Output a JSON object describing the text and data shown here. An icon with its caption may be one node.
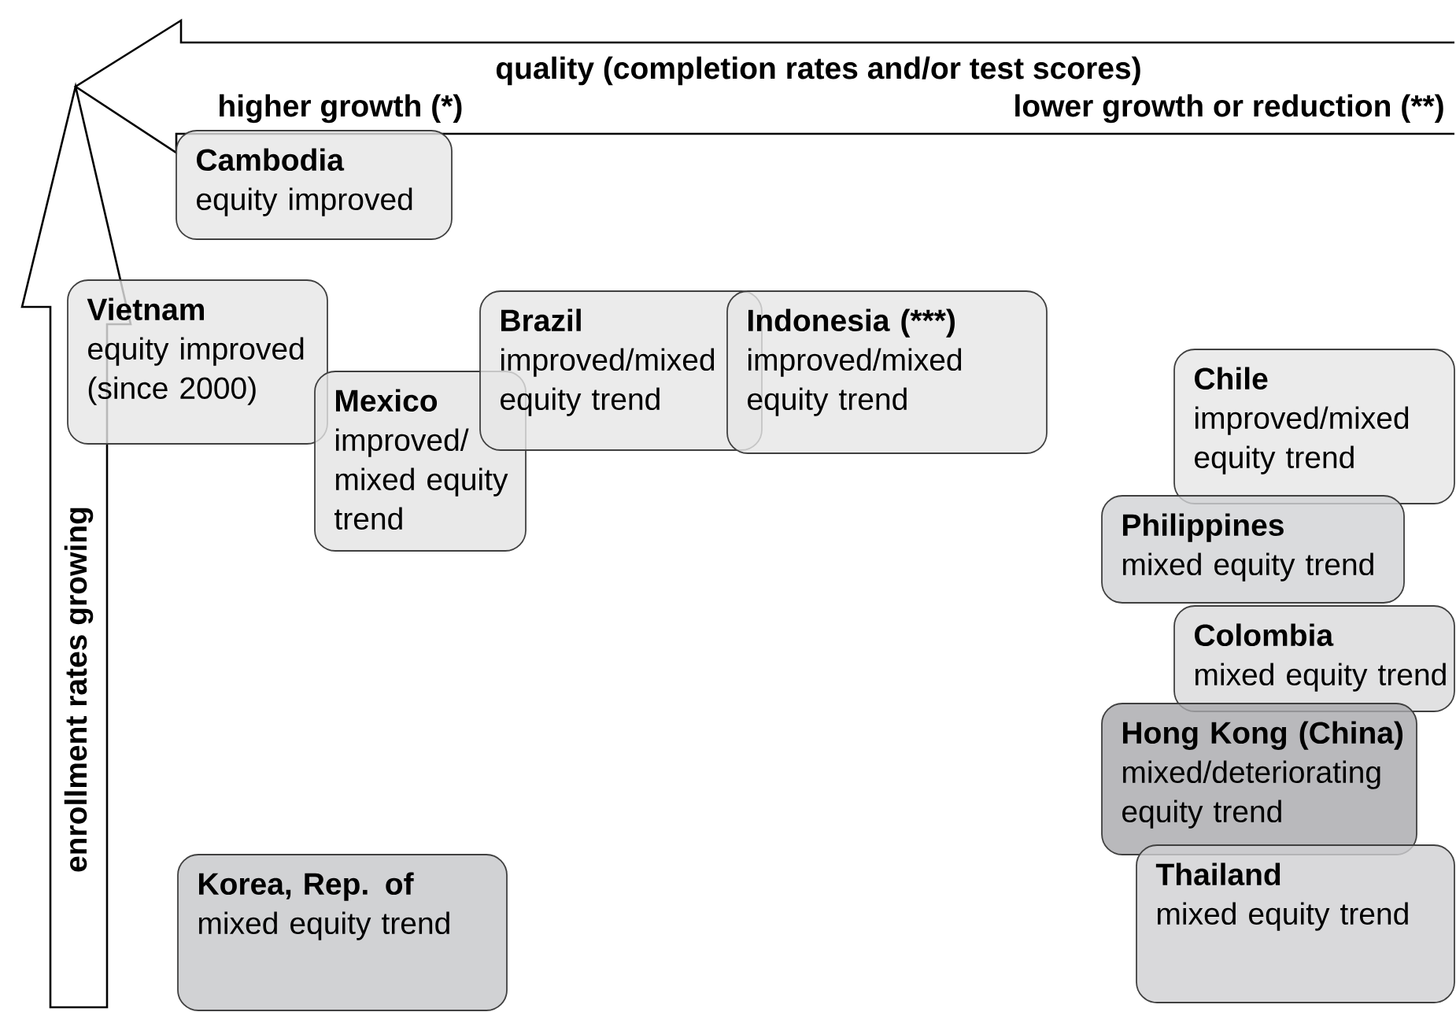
{
  "diagram": {
    "nodes": [
      {
        "text": [
          "Cambodia",
          "equity improved"
        ]
      },
      {
        "text": [
          "Vietnam",
          "equity improved (since 2000)"
        ]
      },
      {
        "text": [
          "Brazil",
          "improved/mixed equity trend"
        ]
      },
      {
        "text": [
          "Indonesia (***)",
          "improved/mixed equity trend"
        ]
      },
      {
        "text": [
          "Mexico",
          "improved/ mixed equity trend"
        ]
      },
      {
        "text": [
          "Chile",
          "improved/mixed equity trend"
        ]
      },
      {
        "text": [
          "Philippines",
          "mixed equity trend"
        ]
      },
      {
        "text": [
          "Colombia",
          "mixed equity trend"
        ]
      },
      {
        "text": [
          "Hong Kong (China)",
          "mixed/deteriorating equity trend"
        ]
      },
      {
        "text": [
          "Korea, Rep. of",
          "mixed equity trend"
        ]
      },
      {
        "text": [
          "Thailand",
          "mixed equity trend"
        ]
      }
    ],
    "labels": [
      "quality (completion rates and/or test scores)",
      "higher growth (*)",
      "lower growth or reduction (**)",
      "enrollment rates growing"
    ]
  }
}
